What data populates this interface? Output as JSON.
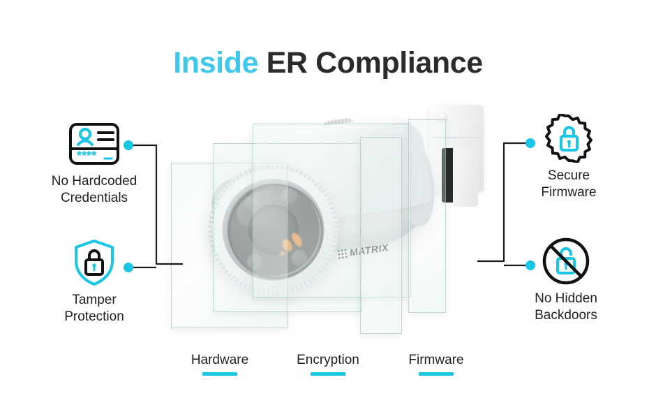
{
  "title": {
    "accent_text": "Inside",
    "main_text": "ER Compliance",
    "accent_color": "#3ec8ea",
    "main_color": "#2b2b2b"
  },
  "theme": {
    "accent": "#19c6e6",
    "icon_dark": "#111214",
    "text": "#202124",
    "background": "#ffffff",
    "glass_tint": "#e6f2ee"
  },
  "product": {
    "device": "bullet-cctv-camera",
    "brand_logo_text": "MATRIX"
  },
  "features": {
    "left_top": {
      "icon": "id-card-password-icon",
      "label_line1": "No Hardcoded",
      "label_line2": "Credentials",
      "card_mask": "****"
    },
    "left_bottom": {
      "icon": "shield-lock-icon",
      "label_line1": "Tamper",
      "label_line2": "Protection"
    },
    "right_top": {
      "icon": "gear-lock-icon",
      "label_line1": "Secure",
      "label_line2": "Firmware"
    },
    "right_bottom": {
      "icon": "no-open-lock-icon",
      "label_line1": "No Hidden",
      "label_line2": "Backdoors"
    }
  },
  "layers": [
    {
      "label": "Hardware"
    },
    {
      "label": "Encryption"
    },
    {
      "label": "Firmware"
    }
  ]
}
